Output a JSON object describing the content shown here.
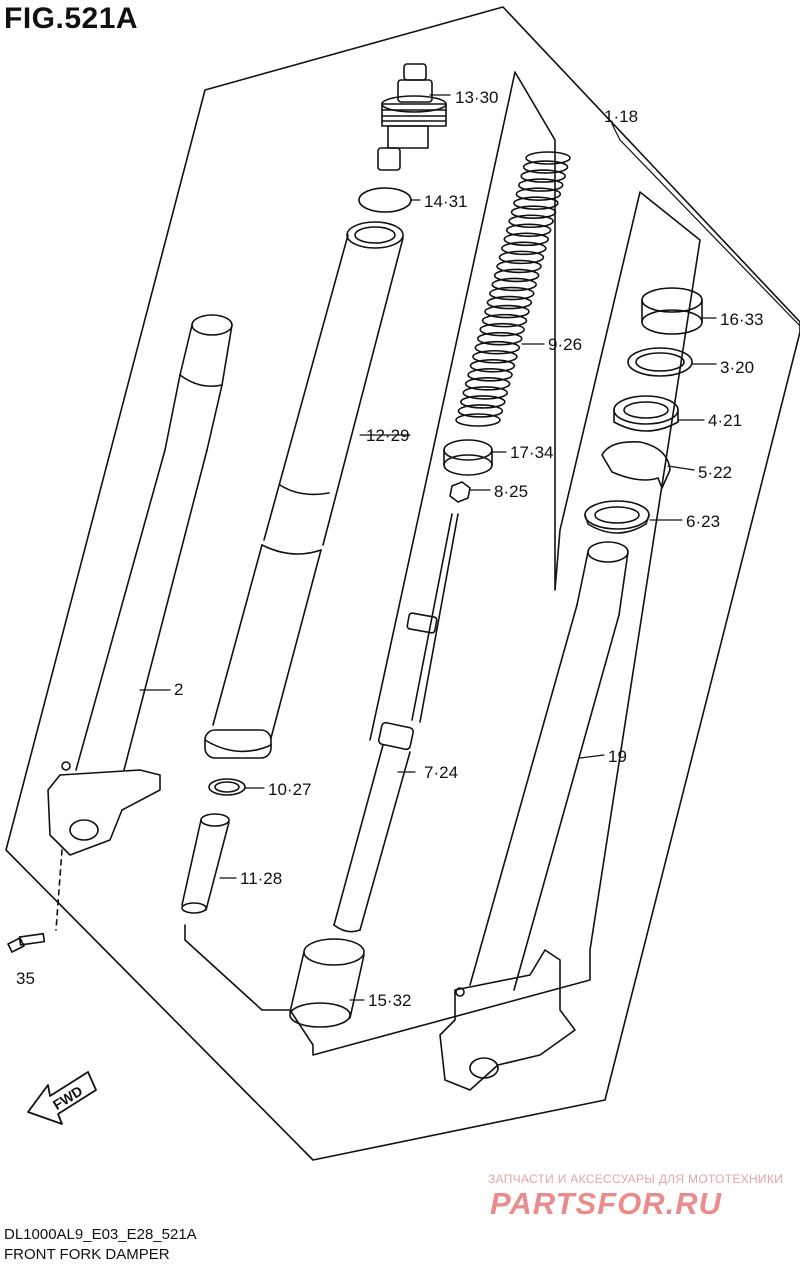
{
  "figure": {
    "title": "FIG.521A"
  },
  "callouts": {
    "c1": "1·18",
    "c2": "2",
    "c3": "3·20",
    "c4": "4·21",
    "c5": "5·22",
    "c6": "6·23",
    "c7": "7·24",
    "c8": "8·25",
    "c9": "9·26",
    "c10": "10·27",
    "c11": "11·28",
    "c12": "12·29",
    "c13": "13·30",
    "c14": "14·31",
    "c15": "15·32",
    "c16": "16·33",
    "c17": "17·34",
    "c19": "19",
    "c35": "35"
  },
  "fwd_label": "FWD",
  "footer": {
    "model_code": "DL1000AL9_E03_E28_521A",
    "caption": "FRONT FORK DAMPER"
  },
  "watermark": {
    "tagline": "ЗАПЧАСТИ И АКСЕССУАРЫ ДЛЯ МОТОТЕХНИКИ",
    "logo": "PARTSFOR.RU"
  }
}
